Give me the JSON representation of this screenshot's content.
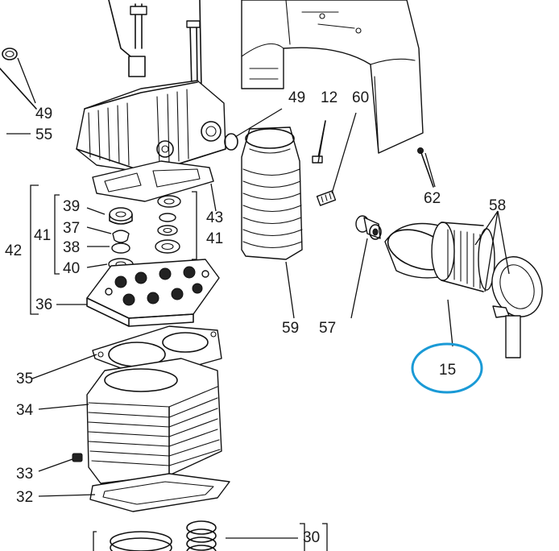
{
  "highlight_color": "#1a9ad6",
  "callouts": {
    "c49_left": "49",
    "c55": "55",
    "c39": "39",
    "c37": "37",
    "c41_left": "41",
    "c42": "42",
    "c38": "38",
    "c40": "40",
    "c36": "36",
    "c35": "35",
    "c34": "34",
    "c33": "33",
    "c32": "32",
    "c30": "30",
    "c43": "43",
    "c41_right": "41",
    "c49_mid": "49",
    "c12": "12",
    "c60": "60",
    "c59": "59",
    "c57": "57",
    "c62": "62",
    "c58": "58",
    "c15": "15"
  }
}
